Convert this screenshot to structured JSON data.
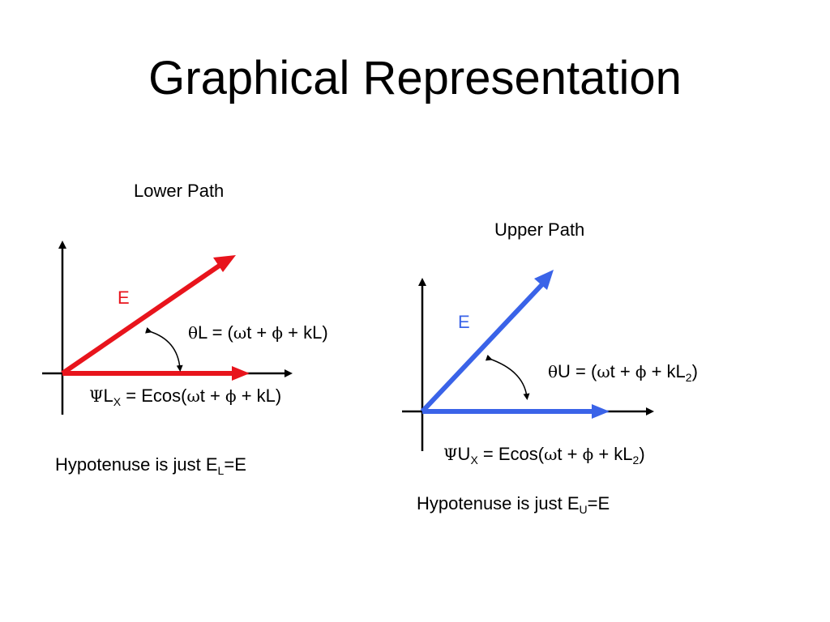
{
  "slide": {
    "title": "Graphical Representation"
  },
  "lower": {
    "heading": "Lower Path",
    "vector_label": "E",
    "theta_symbol": "θ",
    "theta_rest": "L = (",
    "omega": "ω",
    "t_plus": "t + ",
    "phi": "ϕ",
    "tail": " + kL)",
    "psi": "Ψ",
    "psi_main": "L",
    "psi_sub": "X",
    "psi_eq": " = Ecos(",
    "psi_omega": "ω",
    "psi_t_plus": "t + ",
    "psi_phi": "ϕ",
    "psi_tail": " + kL)",
    "hyp_text": "Hypotenuse is just E",
    "hyp_sub": "L",
    "hyp_end": "=E",
    "color": "#e8141c"
  },
  "upper": {
    "heading": "Upper Path",
    "vector_label": "E",
    "theta_symbol": "θ",
    "theta_rest": "U = (",
    "omega": "ω",
    "t_plus": "t + ",
    "phi": "ϕ",
    "tail_a": " + kL",
    "tail_sub": "2",
    "tail_b": ")",
    "psi": "Ψ",
    "psi_main": "U",
    "psi_sub": "X",
    "psi_eq": " = Ecos(",
    "psi_omega": "ω",
    "psi_t_plus": "t + ",
    "psi_phi": "ϕ",
    "psi_tail_a": " + kL",
    "psi_tail_sub": "2",
    "psi_tail_b": ")",
    "hyp_text": "Hypotenuse is just E",
    "hyp_sub": "U",
    "hyp_end": "=E",
    "color": "#3a63e8"
  }
}
